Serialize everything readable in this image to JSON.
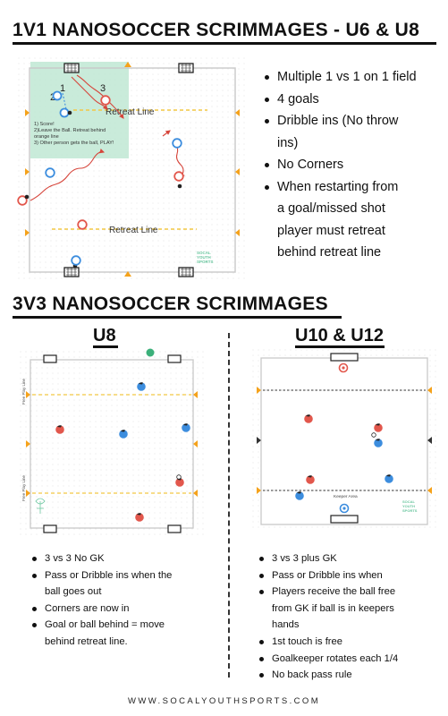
{
  "titles": {
    "section1": "1V1 NANOSOCCER SCRIMMAGES - U6 & U8",
    "section2": "3V3 NANOSOCCER SCRIMMAGES"
  },
  "subheadings": {
    "left": "U8",
    "right": "U10 & U12"
  },
  "diagram1": {
    "retreat_top": "Retreat Line",
    "retreat_bottom": "Retreat Line",
    "number_1": "1",
    "number_2": "2",
    "number_3": "3",
    "steps": [
      "1) Score!",
      "2)Leave the Ball. Retreat behind",
      "orange line",
      "3) Other person gets the ball, PLAY!"
    ],
    "watermark": [
      "SOCAL",
      "YOUTH",
      "SPORTS"
    ]
  },
  "diagram2": {
    "free_play_top": "Free Play Line",
    "free_play_bottom": "Free Play Line"
  },
  "diagram3": {
    "keeper_area": "Keeper Area",
    "watermark": [
      "SOCAL",
      "YOUTH",
      "SPORTS"
    ]
  },
  "bullets_1v1": [
    "Multiple 1 vs 1 on 1 field",
    "4 goals",
    "Dribble ins (No throw",
    "ins)",
    "No Corners",
    "When restarting from",
    "a goal/missed shot",
    "player must retreat",
    "behind retreat line"
  ],
  "bullets_u8": [
    "3 vs 3 No GK",
    "Pass or Dribble ins when the",
    "ball goes out",
    "Corners are now in",
    "Goal or ball behind = move",
    "behind retreat line."
  ],
  "bullets_u10": [
    "3 vs 3 plus GK",
    "Pass or Dribble ins when",
    "Players receive the ball free",
    "from GK if ball is in keepers",
    "hands",
    "1st touch is free",
    "Goalkeeper rotates each 1/4",
    "No back pass rule"
  ],
  "footer": "WWW.SOCALYOUTHSPORTS.COM",
  "colors": {
    "red_team": "#e2574c",
    "blue_team": "#3c8dde",
    "cone": "#f5a21b",
    "dashed_line": "#f2c744",
    "highlight": "#bfe8d4"
  }
}
